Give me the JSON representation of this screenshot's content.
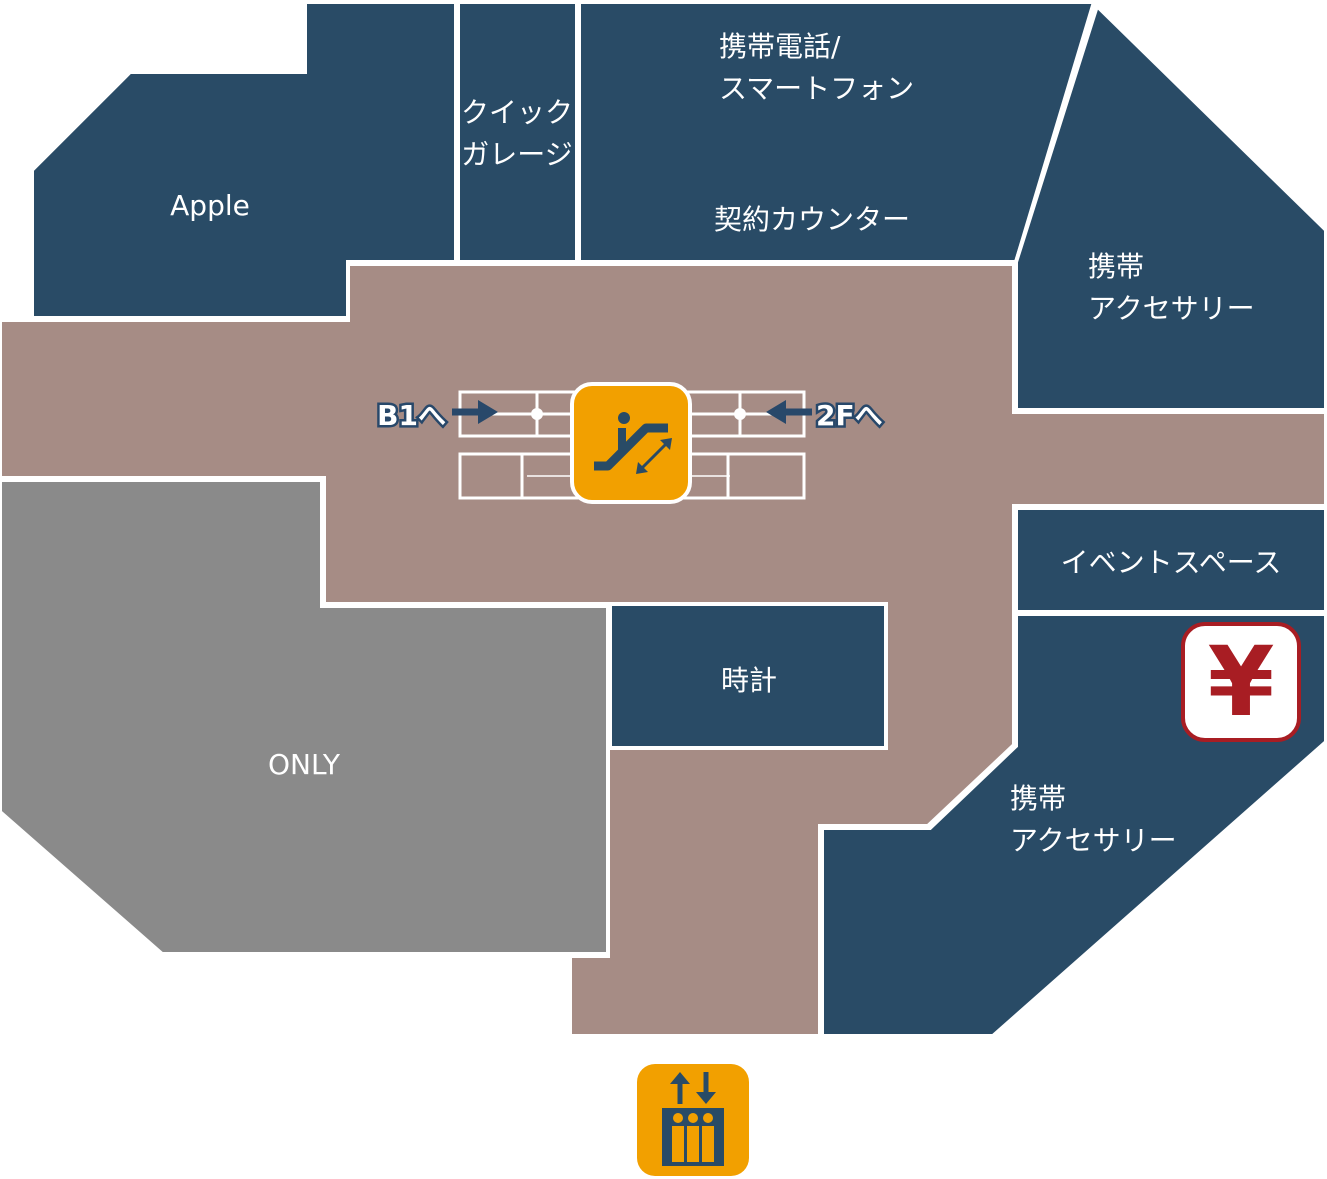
{
  "colors": {
    "shop": "#294b66",
    "corridor": "#a68c85",
    "anchor": "#8a8a8a",
    "icon_bg": "#f2a000",
    "yen_red": "#a81d23"
  },
  "shops": {
    "apple": "Apple",
    "quick_garage_line1": "クイック",
    "quick_garage_line2": "ガレージ",
    "phones_line1": "携帯電話/",
    "phones_line2": "スマートフォン",
    "contract_counter": "契約カウンター",
    "accessory_ne_line1": "携帯",
    "accessory_ne_line2": "アクセサリー",
    "event_space": "イベントスペース",
    "watches": "時計",
    "only": "ONLY",
    "accessory_se_line1": "携帯",
    "accessory_se_line2": "アクセサリー"
  },
  "escalator": {
    "to_b1": "B1へ",
    "to_2f": "2Fへ",
    "icon": "escalator-icon"
  },
  "facilities": {
    "atm_icon": "yen-icon",
    "atm_glyph": "¥",
    "elevator_icon": "elevator-icon"
  }
}
